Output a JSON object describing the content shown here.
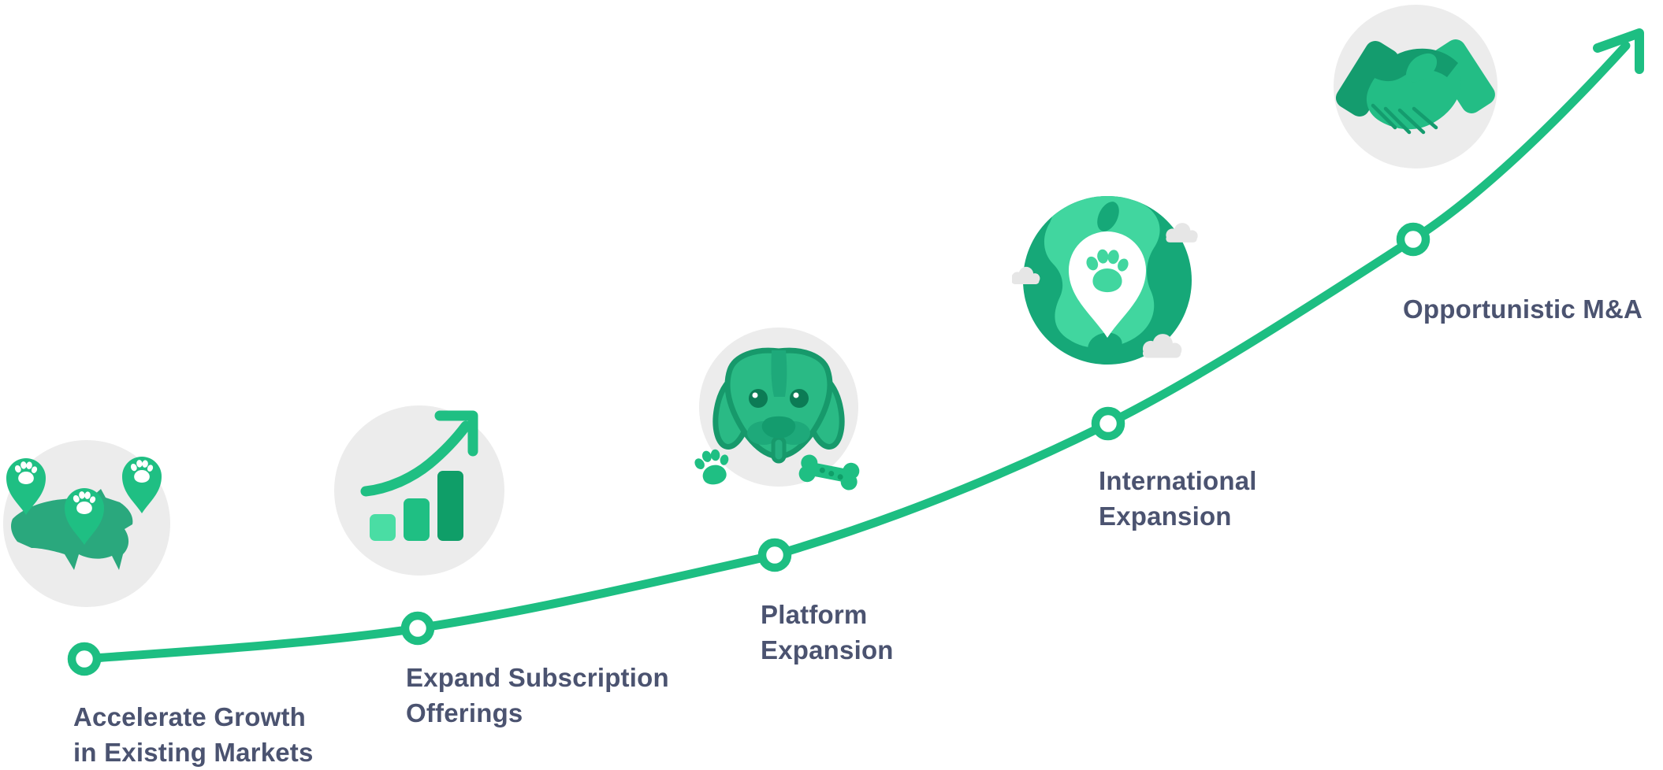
{
  "diagram": {
    "type": "growth-strategy-curve",
    "colors": {
      "curve_green": "#1dbe82",
      "dark_green": "#149c6e",
      "mint_green": "#4adda4",
      "map_green": "#2aa87d",
      "icon_circle_gray": "#ececec",
      "cloud_gray": "#e6e6e6",
      "label_text": "#4b5370"
    },
    "milestones": [
      {
        "label_line1": "Accelerate Growth",
        "label_line2": "in Existing Markets",
        "icon": "usa-map-paw-pins-icon"
      },
      {
        "label_line1": "Expand Subscription",
        "label_line2": "Offerings",
        "icon": "bar-chart-growth-arrow-icon"
      },
      {
        "label_line1": "Platform",
        "label_line2": "Expansion",
        "icon": "dog-head-icon"
      },
      {
        "label_line1": "International",
        "label_line2": "Expansion",
        "icon": "globe-paw-pin-icon"
      },
      {
        "label_line1": "Opportunistic M&A",
        "label_line2": "",
        "icon": "handshake-icon"
      }
    ]
  }
}
